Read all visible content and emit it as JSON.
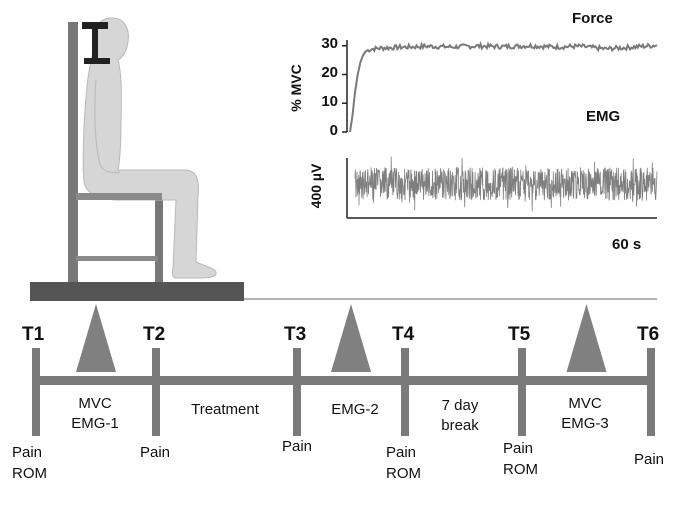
{
  "colors": {
    "frame": "#777777",
    "figure": "#d6d6d6",
    "figure_outline": "#b8b8b8",
    "seat": "#8a8a8a",
    "base": "#555555",
    "head_clamp": "#222222",
    "triangle": "#808080",
    "timeline": "#7a7a7a",
    "force_line": "#7a7a7a",
    "emg_line": "#7f7f7f",
    "axis": "#222222",
    "text": "#111111"
  },
  "timepoints": [
    {
      "label": "T1",
      "measures": [
        "Pain",
        "ROM"
      ]
    },
    {
      "label": "T2",
      "measures": [
        "Pain"
      ]
    },
    {
      "label": "T3",
      "measures": [
        "Pain"
      ]
    },
    {
      "label": "T4",
      "measures": [
        "Pain",
        "ROM"
      ]
    },
    {
      "label": "T5",
      "measures": [
        "Pain",
        "ROM"
      ]
    },
    {
      "label": "T6",
      "measures": [
        "Pain"
      ]
    }
  ],
  "phases": [
    {
      "lines": [
        "MVC",
        "EMG-1"
      ],
      "marker": true
    },
    {
      "lines": [
        "Treatment"
      ],
      "marker": false
    },
    {
      "lines": [
        "EMG-2"
      ],
      "marker": true
    },
    {
      "lines": [
        "7 day",
        "break"
      ],
      "marker": false
    },
    {
      "lines": [
        "MVC",
        "EMG-3"
      ],
      "marker": true
    }
  ],
  "chart_data": [
    {
      "type": "line",
      "title": "Force",
      "ylabel": "% MVC",
      "yticks": [
        0,
        10,
        20,
        30
      ],
      "ylim": [
        0,
        32
      ],
      "xlim": [
        0,
        60
      ],
      "series": [
        {
          "x": [
            0,
            0.5,
            1,
            1.5,
            2,
            2.5,
            3,
            4,
            6,
            10,
            15,
            20,
            25,
            30,
            35,
            40,
            45,
            50,
            55,
            60
          ],
          "y": [
            0,
            6,
            14,
            20,
            24,
            26.5,
            28,
            28.8,
            29.2,
            29.5,
            29.8,
            29.6,
            29.9,
            29.7,
            30,
            29.6,
            29.8,
            28.9,
            29.5,
            30.2
          ]
        }
      ]
    },
    {
      "type": "line",
      "title": "EMG",
      "ylabel": "400 µV",
      "xlabel": "60 s",
      "xlim": [
        0,
        60
      ],
      "amplitude": 0.85
    }
  ]
}
